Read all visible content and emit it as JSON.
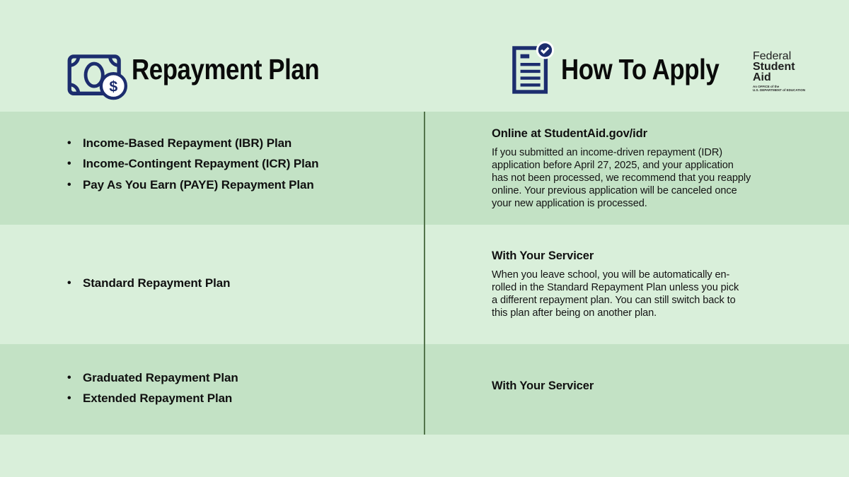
{
  "colors": {
    "page_background": "#d9efda",
    "band_background": "#c3e2c5",
    "divider_green": "#53744c",
    "icon_navy": "#1c2d6e",
    "text_black": "#101010"
  },
  "header": {
    "left_title": "Repayment Plan",
    "right_title": "How To Apply",
    "logo": {
      "line1": "Federal",
      "line2": "Student",
      "line3": "Aid",
      "tagline1": "An OFFICE of the",
      "tagline2": "U.S. DEPARTMENT of EDUCATION"
    }
  },
  "bullet_char": "•",
  "rows": [
    {
      "plans": [
        "Income-Based Repayment (IBR) Plan",
        "Income-Contingent Repayment (ICR) Plan",
        "Pay As You Earn (PAYE) Repayment Plan"
      ],
      "apply_heading": "Online at StudentAid.gov/idr",
      "apply_body": "If you submitted an income-driven repayment (IDR)\napplication before April 27, 2025, and your application\nhas not been processed, we recommend that you reapply\nonline. Your previous application will be canceled once\nyour new application is processed."
    },
    {
      "plans": [
        "Standard Repayment Plan"
      ],
      "apply_heading": "With Your Servicer",
      "apply_body": "When you leave school, you will be automatically en-\nrolled in the Standard Repayment Plan unless you pick\na different repayment plan. You can still switch back to\nthis plan after being on another plan."
    },
    {
      "plans": [
        "Graduated Repayment Plan",
        "Extended Repayment Plan"
      ],
      "apply_heading": "With Your Servicer",
      "apply_body": ""
    }
  ]
}
